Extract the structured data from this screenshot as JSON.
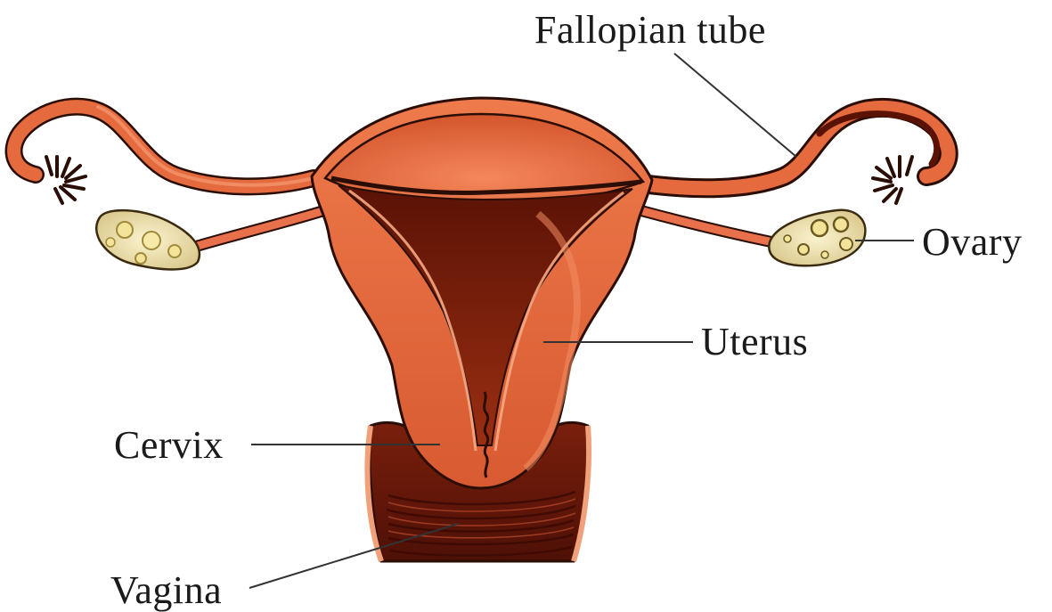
{
  "labels": {
    "fallopian_tube": "Fallopian tube",
    "ovary": "Ovary",
    "uterus": "Uterus",
    "cervix": "Cervix",
    "vagina": "Vagina"
  },
  "colors": {
    "tissue": "#e2643a",
    "tissue_light": "#f07a4a",
    "tissue_dark": "#8a2410",
    "cavity": "#6e1808",
    "outline": "#2a0e06",
    "ovary": "#efe3b6",
    "leader_line": "#333333"
  }
}
